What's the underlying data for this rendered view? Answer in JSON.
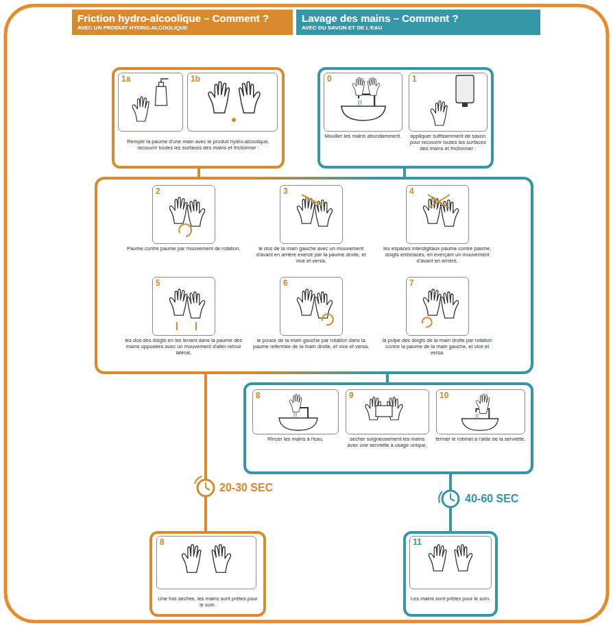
{
  "diagram": {
    "nodes": [
      {
        "text": [
          "Friction hydro-alcoolique – Comment ?",
          "AVEC UN PRODUIT HYDRO-ALCOOLIQUE"
        ]
      },
      {
        "text": [
          "Lavage des mains – Comment ?",
          "AVEC DU SAVON ET DE L'EAU"
        ]
      },
      {
        "text": [
          "Remplir la paume d'une main avec le produit hydro-alcoolique, recouvrir toutes les surfaces des mains et frictionner :"
        ]
      },
      {
        "text": [
          "1a"
        ],
        "in": 2
      },
      {
        "text": [
          "1b"
        ],
        "in": 2
      },
      {
        "text": []
      },
      {
        "text": [
          "0",
          "Mouiller les mains abondamment."
        ],
        "in": 5
      },
      {
        "text": [
          "1",
          "appliquer suffisamment de savon pour recouvrir toutes les surfaces des mains et frictionner :"
        ],
        "in": 5
      },
      {
        "text": []
      },
      {
        "text": [
          "2",
          "Paume contre paume par mouvement de rotation,"
        ],
        "in": 8
      },
      {
        "text": [
          "3",
          "le dos de la main gauche avec un mouvement d'avant en arrière exercé par la paume droite, et vice et versa,"
        ],
        "in": 8
      },
      {
        "text": [
          "4",
          "les espaces interdigitaux paume contre paume, doigts entrelacés, en exerçant un mouvement d'avant en arrière,"
        ],
        "in": 8
      },
      {
        "text": [
          "5",
          "les dos des doigts en les tenant dans la paume des mains opposées avec un mouvement d'aller-retour latéral,"
        ],
        "in": 8
      },
      {
        "text": [
          "6",
          "le pouce de la main gauche par rotation dans la paume refermée de la main droite, et vice et versa,"
        ],
        "in": 8
      },
      {
        "text": [
          "7",
          "la pulpe des doigts de la main droite par rotation contre la paume de la main gauche, et vice et versa."
        ],
        "in": 8
      },
      {
        "text": []
      },
      {
        "text": [
          "8",
          "Rincer les mains à l'eau,"
        ],
        "in": 15
      },
      {
        "text": [
          "9",
          "sécher soigneusement les mains avec une serviette à usage unique,"
        ],
        "in": 15
      },
      {
        "text": [
          "10",
          "fermer le robinet à l'aide de la serviette."
        ],
        "in": 15
      },
      {
        "text": [
          "Une fois sèches, les mains sont prêtes pour le soin."
        ]
      },
      {
        "text": [
          "8"
        ],
        "in": 19
      },
      {
        "text": [
          "Les mains sont prêtes pour le soin."
        ]
      },
      {
        "text": [
          "11"
        ],
        "in": 21
      }
    ],
    "edges": [
      {
        "from": 2,
        "to": 8,
        "arrow": "none"
      },
      {
        "from": 5,
        "to": 8,
        "arrow": "none"
      },
      {
        "from": 8,
        "to": 19,
        "label": "20-30 SEC",
        "arrow": "none"
      },
      {
        "from": 8,
        "to": 15,
        "arrow": "none"
      },
      {
        "from": 15,
        "to": 21,
        "label": "40-60 SEC",
        "arrow": "none"
      }
    ]
  }
}
